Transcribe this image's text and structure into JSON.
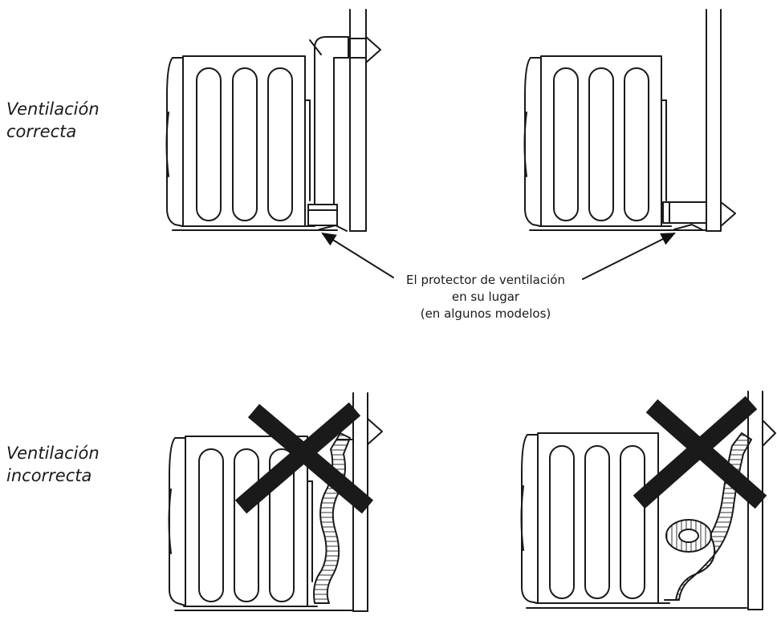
{
  "labels": {
    "correct_line1": "Ventilación",
    "correct_line2": "correcta",
    "incorrect_line1": "Ventilación",
    "incorrect_line2": "incorrecta"
  },
  "callout": {
    "line1": "El protector de ventilación",
    "line2": "en su lugar",
    "line3": "(en algunos modelos)"
  }
}
